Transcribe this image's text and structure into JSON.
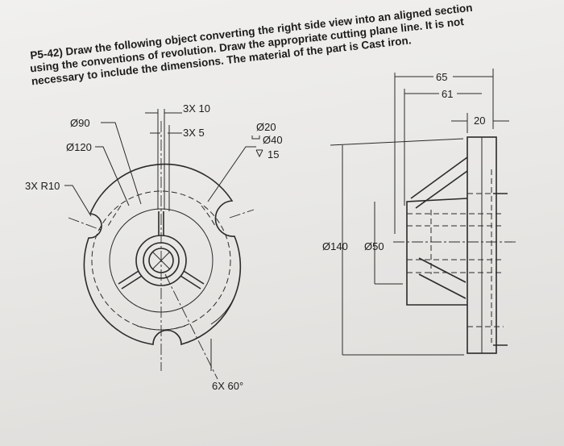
{
  "problem": {
    "line1": "P5-42) Draw the following object converting the right side view into an aligned section",
    "line2": "using the conventions of revolution. Draw the appropriate cutting plane line. It is not",
    "line3": "necessary to include the dimensions. The material of the part is Cast iron."
  },
  "dimensions": {
    "dia90": "Ø90",
    "dia120": "Ø120",
    "r10": "3X R10",
    "holes10": "3X 10",
    "holes5": "3X 5",
    "dia20": "Ø20",
    "cbore40": "Ø40",
    "depth15": "15",
    "angle": "6X 60°",
    "dia140": "Ø140",
    "dia50": "Ø50",
    "len65": "65",
    "len61": "61",
    "len20": "20"
  }
}
